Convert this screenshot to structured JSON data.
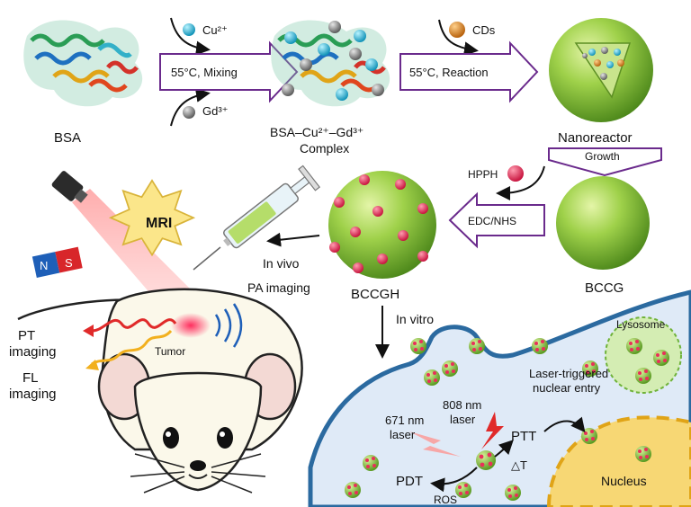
{
  "labels": {
    "cu": "Cu²⁺",
    "gd": "Gd³⁺",
    "mixing": "55°C, Mixing",
    "bsa": "BSA",
    "complex_line1": "BSA–Cu²⁺–Gd³⁺",
    "complex_line2": "Complex",
    "cds": "CDs",
    "reaction": "55°C, Reaction",
    "nanoreactor": "Nanoreactor",
    "growth": "Growth",
    "hpph": "HPPH",
    "edc": "EDC/NHS",
    "bccg": "BCCG",
    "bccgh": "BCCGH",
    "mri": "MRI",
    "in_vivo": "In vivo",
    "pa": "PA imaging",
    "in_vitro": "In vitro",
    "pt1": "PT",
    "pt2": "imaging",
    "fl1": "FL",
    "fl2": "imaging",
    "tumor": "Tumor",
    "lysosome": "Lysosome",
    "laser_trig1": "Laser-triggered",
    "laser_trig2": "nuclear entry",
    "laser671_1": "671 nm",
    "laser671_2": "laser",
    "laser808_1": "808 nm",
    "laser808_2": "laser",
    "ptt": "PTT",
    "pdt": "PDT",
    "ros": "ROS",
    "dt": "△T",
    "nucleus": "Nucleus",
    "n": "N",
    "s": "S"
  },
  "colors": {
    "arrow_outline": "#6a2a8c",
    "sphere_green": "#8cc63f",
    "dot_pink": "#e8305a",
    "cell_blue": "#dfeaf7",
    "membrane": "#2b6aa0",
    "nucleus_fill": "#f7d774",
    "mri_burst": "#fbe68a"
  }
}
